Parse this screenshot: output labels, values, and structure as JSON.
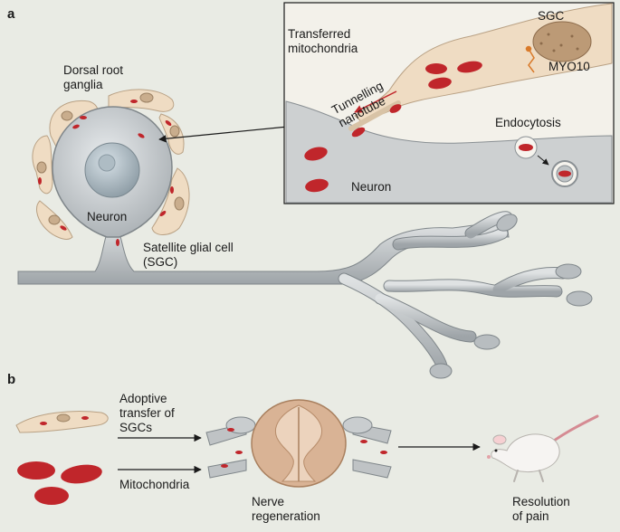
{
  "panels": {
    "a": "a",
    "b": "b"
  },
  "panel_a": {
    "dorsal_root_ganglia": "Dorsal root\nganglia",
    "neuron": "Neuron",
    "satellite_glial_cell": "Satellite glial cell\n(SGC)"
  },
  "inset": {
    "transferred_mitochondria": "Transferred\nmitochondria",
    "tunnelling_nanotube": "Tunnelling\nnanotube",
    "sgc": "SGC",
    "myo10": "MYO10",
    "endocytosis": "Endocytosis",
    "neuron": "Neuron"
  },
  "panel_b": {
    "adoptive_transfer": "Adoptive\ntransfer of\nSGCs",
    "mitochondria": "Mitochondria",
    "nerve_regeneration": "Nerve\nregeneration",
    "resolution_of_pain": "Resolution\nof pain"
  },
  "colors": {
    "background": "#e9ebe4",
    "neuron_fill": "#c9cdcf",
    "sgc_fill": "#efdcc3",
    "mitochondria": "#c0262b",
    "spinal_cord": "#d9b395"
  }
}
